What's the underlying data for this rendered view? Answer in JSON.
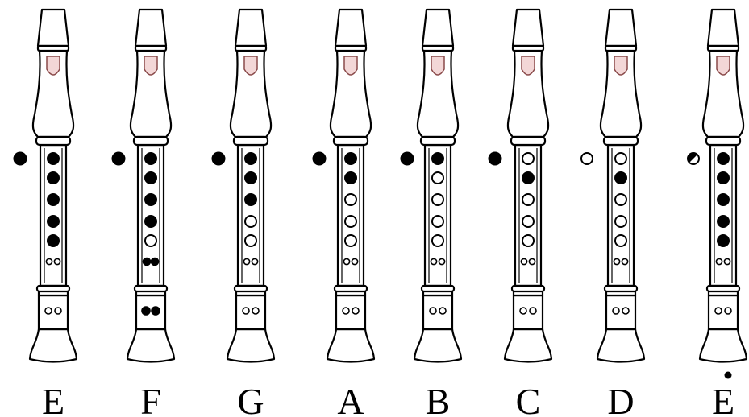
{
  "diagram": {
    "notes": [
      {
        "label": "E",
        "thumb": "closed",
        "holes": [
          1,
          1,
          1,
          1,
          1
        ],
        "pair": "open",
        "foot": "open",
        "dot_above": false
      },
      {
        "label": "F",
        "thumb": "closed",
        "holes": [
          1,
          1,
          1,
          1,
          0
        ],
        "pair": "closed",
        "foot": "closed",
        "dot_above": false
      },
      {
        "label": "G",
        "thumb": "closed",
        "holes": [
          1,
          1,
          1,
          0,
          0
        ],
        "pair": "open",
        "foot": "open",
        "dot_above": false
      },
      {
        "label": "A",
        "thumb": "closed",
        "holes": [
          1,
          1,
          0,
          0,
          0
        ],
        "pair": "open",
        "foot": "open",
        "dot_above": false
      },
      {
        "label": "B",
        "thumb": "closed",
        "holes": [
          1,
          0,
          0,
          0,
          0
        ],
        "pair": "open",
        "foot": "open",
        "dot_above": false
      },
      {
        "label": "C",
        "thumb": "closed",
        "holes": [
          0,
          1,
          0,
          0,
          0
        ],
        "pair": "open",
        "foot": "open",
        "dot_above": false
      },
      {
        "label": "D",
        "thumb": "open",
        "holes": [
          0,
          1,
          0,
          0,
          0
        ],
        "pair": "open",
        "foot": "open",
        "dot_above": false
      },
      {
        "label": "E",
        "thumb": "half",
        "holes": [
          1,
          1,
          1,
          1,
          1
        ],
        "pair": "open",
        "foot": "open",
        "dot_above": true
      }
    ]
  },
  "colors": {
    "ink": "#000000",
    "body": "#ffffff",
    "window_fill": "#f3d7d7",
    "window_stroke": "#8a4a4a"
  }
}
